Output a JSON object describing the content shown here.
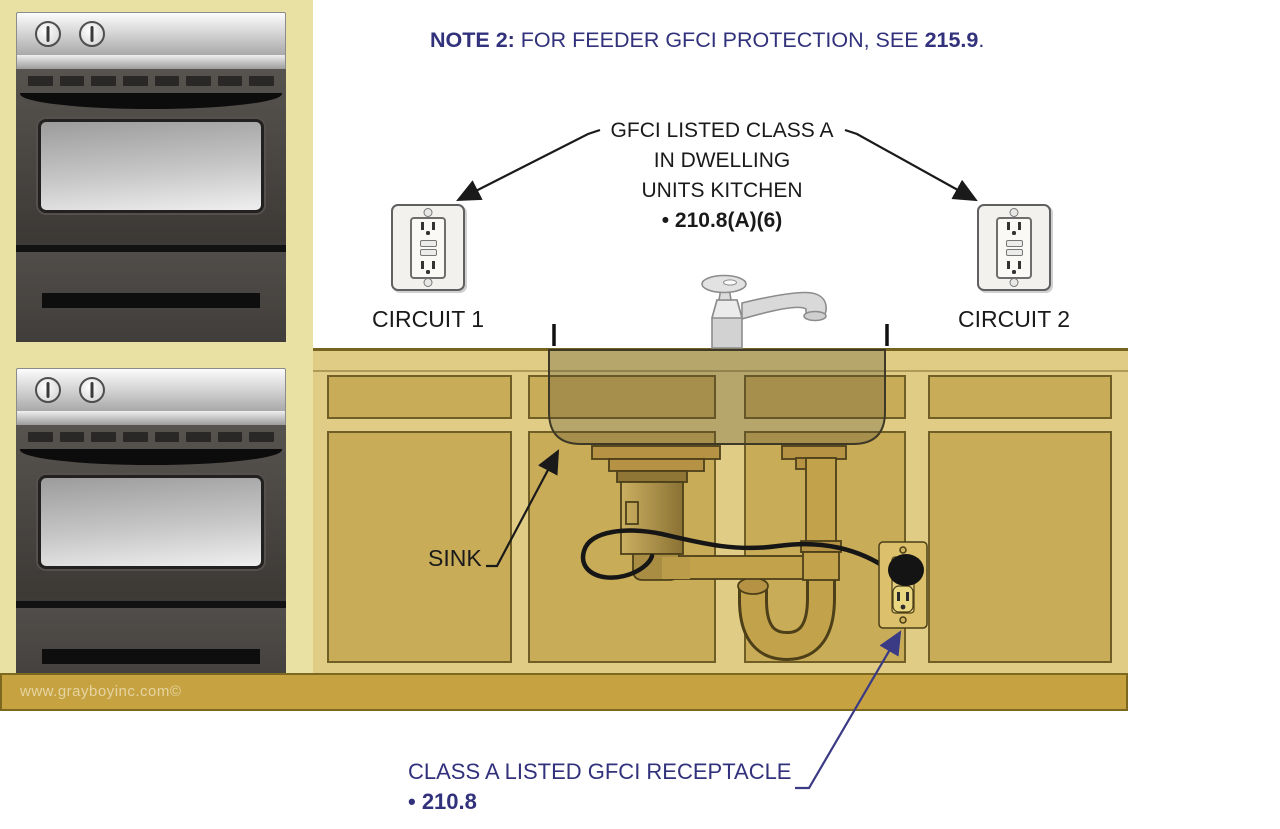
{
  "diagram": {
    "note2": {
      "prefix": "NOTE 2:",
      "body": " FOR FEEDER GFCI PROTECTION, SEE ",
      "ref": "215.9",
      "suffix": "."
    },
    "gfci_callout": {
      "line1": "GFCI LISTED CLASS A",
      "line2": "IN DWELLING",
      "line3": "UNITS KITCHEN",
      "line4": "• 210.8(A)(6)"
    },
    "circuit1_label": "CIRCUIT 1",
    "circuit2_label": "CIRCUIT 2",
    "sink_label": "SINK",
    "receptacle_callout": {
      "line1": "CLASS A LISTED GFCI RECEPTACLE",
      "line2": "• 210.8"
    },
    "watermark": "www.grayboyinc.com©"
  },
  "colors": {
    "callout_navy": "#31317c",
    "diagram_black": "#1a1a1a",
    "cabinet_face": "#e0cc84",
    "cabinet_panel": "#c9ac58",
    "cabinet_outline": "#6f5e26",
    "toe_kick": "#c6a340",
    "oven_housing": "#e9e0a4",
    "pipe_gold": "#c3a24c",
    "receptacle_plate": "#f2f1ed"
  }
}
